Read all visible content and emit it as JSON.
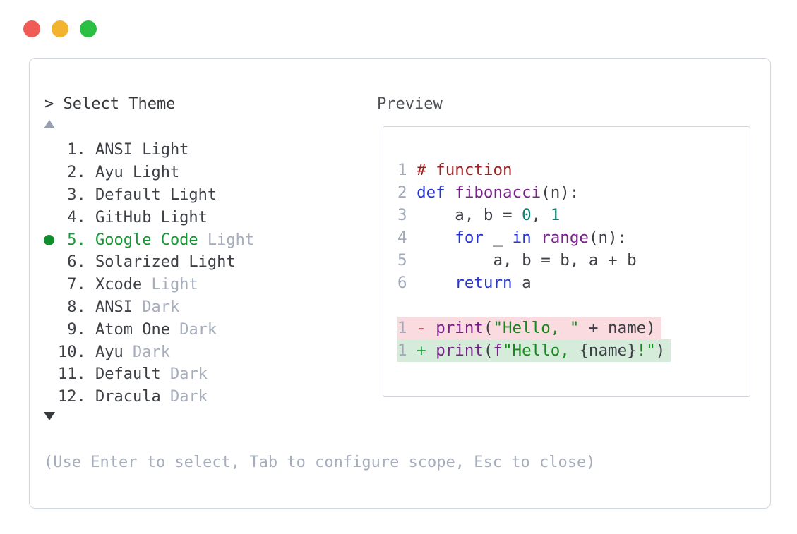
{
  "window": {
    "traffic_lights": [
      {
        "name": "close",
        "color": "#f15b56"
      },
      {
        "name": "minimize",
        "color": "#f2b32e"
      },
      {
        "name": "maximize",
        "color": "#2bc043"
      }
    ]
  },
  "picker": {
    "prompt": "> Select Theme",
    "scroll_up_icon": "▲",
    "scroll_down_icon": "▼",
    "items": [
      {
        "num": "1.",
        "name": "ANSI Light",
        "suffix": "",
        "selected": false
      },
      {
        "num": "2.",
        "name": "Ayu Light",
        "suffix": "",
        "selected": false
      },
      {
        "num": "3.",
        "name": "Default Light",
        "suffix": "",
        "selected": false
      },
      {
        "num": "4.",
        "name": "GitHub Light",
        "suffix": "",
        "selected": false
      },
      {
        "num": "5.",
        "name": "Google Code",
        "suffix": "Light",
        "selected": true
      },
      {
        "num": "6.",
        "name": "Solarized Light",
        "suffix": "",
        "selected": false
      },
      {
        "num": "7.",
        "name": "Xcode",
        "suffix": "Light",
        "selected": false
      },
      {
        "num": "8.",
        "name": "ANSI",
        "suffix": "Dark",
        "selected": false
      },
      {
        "num": "9.",
        "name": "Atom One",
        "suffix": "Dark",
        "selected": false
      },
      {
        "num": "10.",
        "name": "Ayu",
        "suffix": "Dark",
        "selected": false
      },
      {
        "num": "11.",
        "name": "Default",
        "suffix": "Dark",
        "selected": false
      },
      {
        "num": "12.",
        "name": "Dracula",
        "suffix": "Dark",
        "selected": false
      }
    ],
    "footer_hint": "(Use Enter to select, Tab to configure scope, Esc to close)"
  },
  "preview": {
    "label": "Preview",
    "code_lines": [
      {
        "n": "1",
        "diff": "",
        "tokens": [
          [
            "# function",
            "comment"
          ]
        ]
      },
      {
        "n": "2",
        "diff": "",
        "tokens": [
          [
            "def",
            "kw"
          ],
          [
            " ",
            "plain"
          ],
          [
            "fibonacci",
            "fn"
          ],
          [
            "(n):",
            "plain"
          ]
        ]
      },
      {
        "n": "3",
        "diff": "",
        "tokens": [
          [
            "    a, b = ",
            "plain"
          ],
          [
            "0",
            "num"
          ],
          [
            ", ",
            "plain"
          ],
          [
            "1",
            "num"
          ]
        ]
      },
      {
        "n": "4",
        "diff": "",
        "tokens": [
          [
            "    ",
            "plain"
          ],
          [
            "for",
            "kw"
          ],
          [
            " _ ",
            "plain"
          ],
          [
            "in",
            "kw"
          ],
          [
            " ",
            "plain"
          ],
          [
            "range",
            "fn"
          ],
          [
            "(n):",
            "plain"
          ]
        ]
      },
      {
        "n": "5",
        "diff": "",
        "tokens": [
          [
            "        a, b = b, a + b",
            "plain"
          ]
        ]
      },
      {
        "n": "6",
        "diff": "",
        "tokens": [
          [
            "    ",
            "plain"
          ],
          [
            "return",
            "kw"
          ],
          [
            " a",
            "plain"
          ]
        ]
      },
      {
        "n": "",
        "diff": "",
        "tokens": []
      },
      {
        "n": "1",
        "diff": "del",
        "tokens": [
          [
            "- ",
            "del"
          ],
          [
            "print",
            "fn"
          ],
          [
            "(",
            "plain"
          ],
          [
            "\"Hello, \"",
            "str"
          ],
          [
            " + name)",
            "plain"
          ]
        ]
      },
      {
        "n": "1",
        "diff": "add",
        "tokens": [
          [
            "+ ",
            "add"
          ],
          [
            "print",
            "fn"
          ],
          [
            "(",
            "plain"
          ],
          [
            "f",
            "fn"
          ],
          [
            "\"Hello, ",
            "str"
          ],
          [
            "{name}",
            "plain"
          ],
          [
            "!\"",
            "str"
          ],
          [
            ")",
            "plain"
          ]
        ]
      }
    ]
  },
  "colors": {
    "selected_green": "#149a35",
    "selected_dot": "#0f8c2b",
    "muted_gray": "#a6adbc",
    "text_dark": "#3d4046",
    "panel_border": "#d3d7de",
    "diff_del_bg": "#fadce0",
    "diff_add_bg": "#d4ecd9",
    "syntax_comment": "#9b2423",
    "syntax_keyword": "#2636d0",
    "syntax_function": "#7c1f8e",
    "syntax_number": "#0b7e70",
    "syntax_string": "#168a1d"
  }
}
